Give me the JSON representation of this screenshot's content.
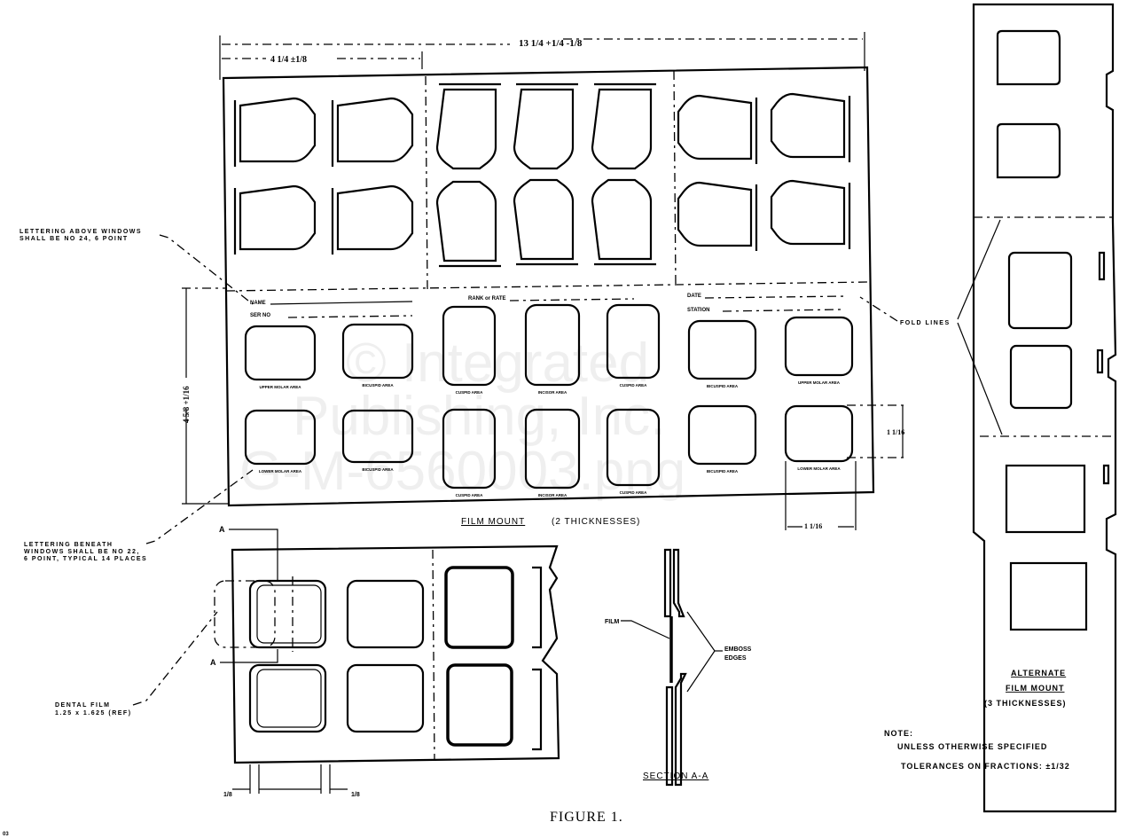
{
  "caption": "FIGURE 1.",
  "corner_mark": "03",
  "watermark": [
    "© Integrated",
    "Publishing, Inc.",
    "G-M-6560003.png"
  ],
  "dimensions": {
    "overall_width": "13 1/4 +1/4 -1/8",
    "left_panel_width": "4 1/4 ±1/8",
    "height": "4 5/8 +1/16",
    "window_height": "1 1/16",
    "window_width": "1 1/16",
    "detail_left": "1/8",
    "detail_right": "1/8"
  },
  "main_mount": {
    "title": "FILM MOUNT",
    "subtitle": "(2 THICKNESSES)",
    "fields": {
      "name": "NAME",
      "ser_no": "SER NO",
      "rank": "RANK or RATE",
      "date": "DATE",
      "station": "STATION"
    },
    "window_labels_row1": [
      "UPPER MOLAR AREA",
      "BICUSPID AREA",
      "CUSPID AREA",
      "INCISOR AREA",
      "CUSPID AREA",
      "BICUSPID AREA",
      "UPPER MOLAR AREA"
    ],
    "window_labels_row2": [
      "LOWER MOLAR AREA",
      "BICUSPID AREA",
      "CUSPID AREA",
      "INCISOR AREA",
      "CUSPID AREA",
      "BICUSPID AREA",
      "LOWER MOLAR AREA"
    ]
  },
  "notes_left": {
    "lettering_above": [
      "LETTERING ABOVE WINDOWS",
      "SHALL BE NO 24, 6 POINT"
    ],
    "lettering_beneath": [
      "LETTERING BENEATH",
      "WINDOWS SHALL BE NO 22,",
      "6 POINT, TYPICAL 14 PLACES"
    ],
    "dental_film": [
      "DENTAL FILM",
      "1.25 x 1.625 (REF)"
    ]
  },
  "fold_lines_label": "FOLD LINES",
  "section": {
    "film_label": "FILM",
    "emboss_label": [
      "EMBOSS",
      "EDGES"
    ],
    "title": "SECTION A-A",
    "marker": "A"
  },
  "alternate": {
    "title": [
      "ALTERNATE",
      "FILM MOUNT",
      "(3 THICKNESSES)"
    ]
  },
  "note": {
    "heading": "NOTE:",
    "lines": [
      "UNLESS OTHERWISE SPECIFIED",
      "TOLERANCES ON FRACTIONS: ±1/32"
    ]
  }
}
